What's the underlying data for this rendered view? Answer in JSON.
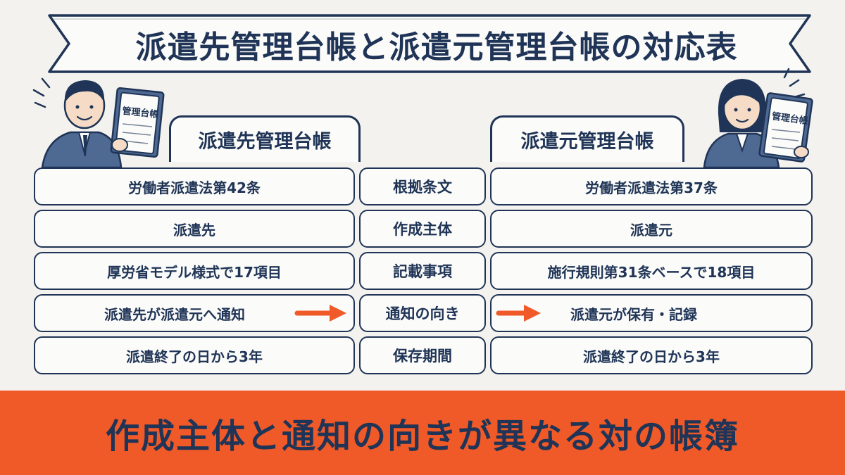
{
  "title": "派遣先管理台帳と派遣元管理台帳の対応表",
  "headers": {
    "left": "派遣先管理台帳",
    "right": "派遣元管理台帳"
  },
  "binder_label": "管理台帳",
  "rows": [
    {
      "left": "労働者派遣法第42条",
      "mid": "根拠条文",
      "right": "労働者派遣法第37条"
    },
    {
      "left": "派遣先",
      "mid": "作成主体",
      "right": "派遣元"
    },
    {
      "left": "厚労省モデル様式で17項目",
      "mid": "記載事項",
      "right": "施行規則第31条ベースで18項目"
    },
    {
      "left": "派遣先が派遣元へ通知",
      "mid": "通知の向き",
      "right": "派遣元が保有・記録"
    },
    {
      "left": "派遣終了の日から3年",
      "mid": "保存期間",
      "right": "派遣終了の日から3年"
    }
  ],
  "footer": "作成主体と通知の向きが異なる対の帳簿",
  "colors": {
    "navy": "#1f3456",
    "accent": "#f05a28",
    "background": "#f3f2ee"
  }
}
